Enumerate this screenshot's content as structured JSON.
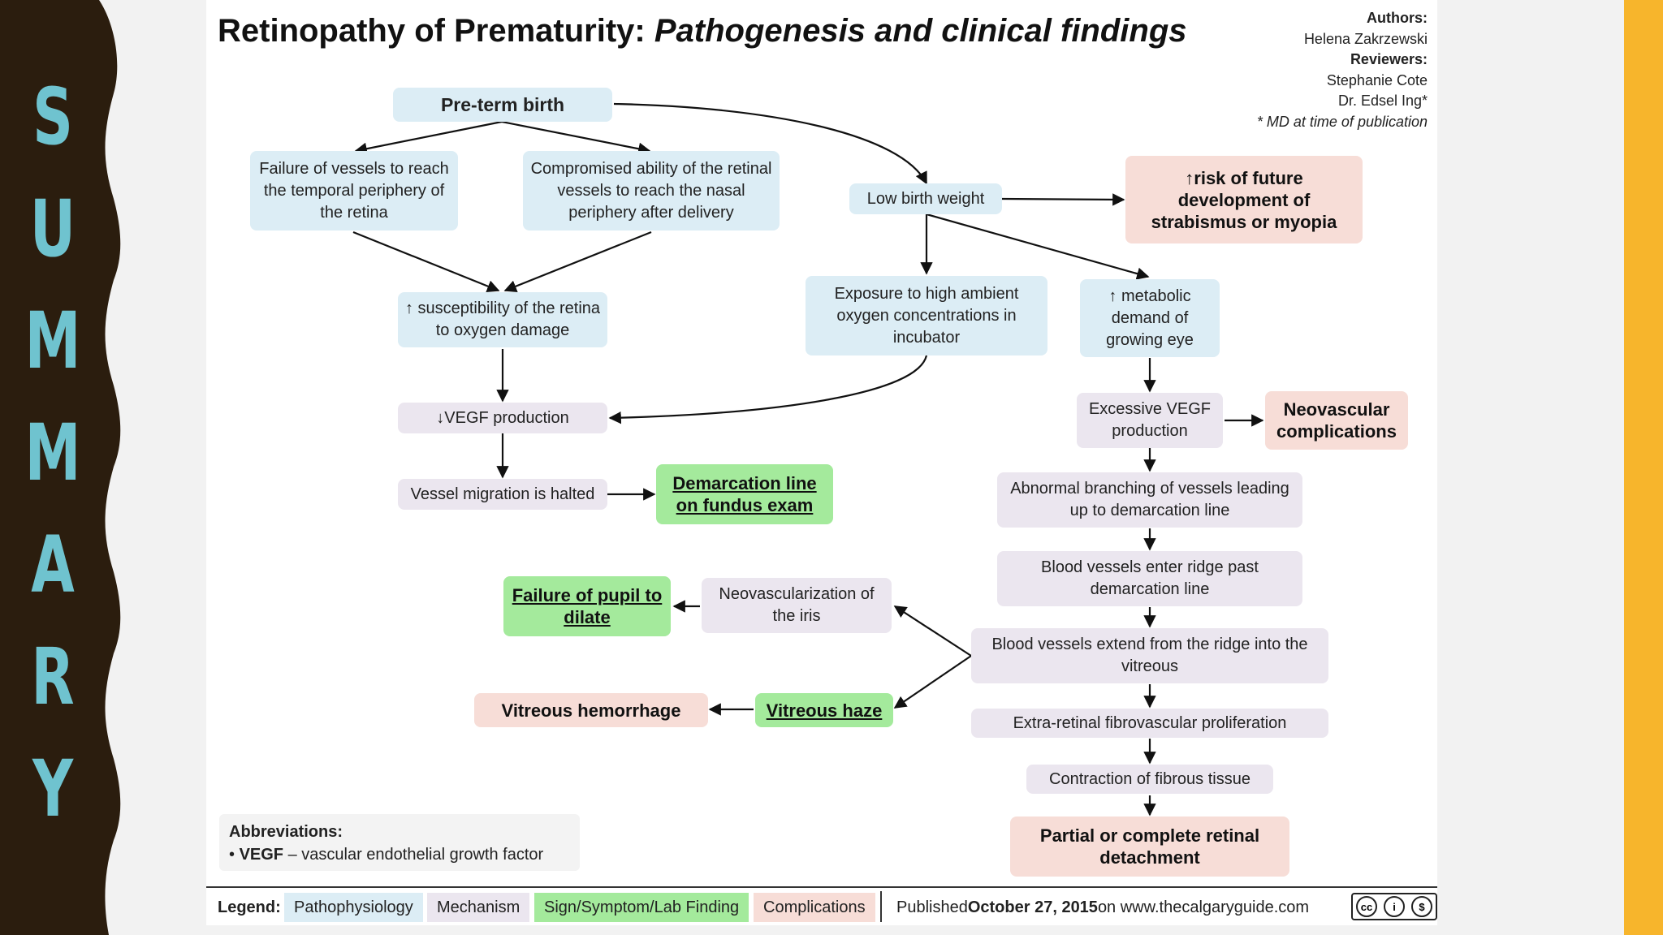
{
  "sidebar": {
    "letters": [
      "S",
      "U",
      "M",
      "M",
      "A",
      "R",
      "Y"
    ]
  },
  "header": {
    "title_main": "Retinopathy of Prematurity:",
    "title_sub": "Pathogenesis and clinical findings"
  },
  "credits": {
    "authors_label": "Authors:",
    "author": "Helena Zakrzewski",
    "reviewers_label": "Reviewers:",
    "reviewer1": "Stephanie Cote",
    "reviewer2": "Dr. Edsel Ing*",
    "note": "* MD at time of publication"
  },
  "nodes": {
    "preterm": "Pre-term birth",
    "failure_temporal": "Failure of vessels to reach the temporal periphery of the retina",
    "compromised_nasal": "Compromised ability of the retinal vessels to reach the nasal periphery after delivery",
    "low_birth_weight": "Low birth weight",
    "risk_future": "↑risk of future development of strabismus or myopia",
    "susceptibility": "↑ susceptibility of the retina to oxygen damage",
    "exposure_oxygen": "Exposure to high ambient oxygen concentrations in incubator",
    "metabolic_demand": "↑ metabolic demand of growing eye",
    "vegf_down": "↓VEGF production",
    "excessive_vegf": "Excessive VEGF production",
    "neovascular_comp": "Neovascular complications",
    "vessel_halted": "Vessel migration is halted",
    "demarcation": "Demarcation line on fundus exam",
    "abnormal_branching": "Abnormal branching of vessels leading up to demarcation line",
    "enter_ridge": "Blood vessels enter ridge past demarcation line",
    "failure_pupil": "Failure of pupil to dilate",
    "neovasc_iris": "Neovascularization of the iris",
    "extend_vitreous": "Blood vessels extend from the ridge into the vitreous",
    "vitreous_hemorrhage": "Vitreous hemorrhage",
    "vitreous_haze": "Vitreous haze",
    "fibrovascular": "Extra-retinal fibrovascular proliferation",
    "contraction": "Contraction of fibrous tissue",
    "detachment": "Partial or complete retinal detachment"
  },
  "abbreviations": {
    "title": "Abbreviations:",
    "term": "VEGF",
    "definition": " – vascular endothelial growth factor"
  },
  "legend": {
    "label": "Legend:",
    "patho": "Pathophysiology",
    "mech": "Mechanism",
    "sign": "Sign/Symptom/Lab Finding",
    "comp": "Complications",
    "published_prefix": "Published ",
    "published_date": "October 27, 2015",
    "published_suffix": " on www.thecalgaryguide.com"
  },
  "colors": {
    "sidebar_dark": "#2b1d0e",
    "sidebar_letter": "#6fc3cf",
    "right_band": "#f7b52c",
    "pathophysiology": "#dcedf5",
    "mechanism": "#ebe6ef",
    "sign_symptom": "#a4ea9c",
    "complications": "#f7ddd7"
  }
}
